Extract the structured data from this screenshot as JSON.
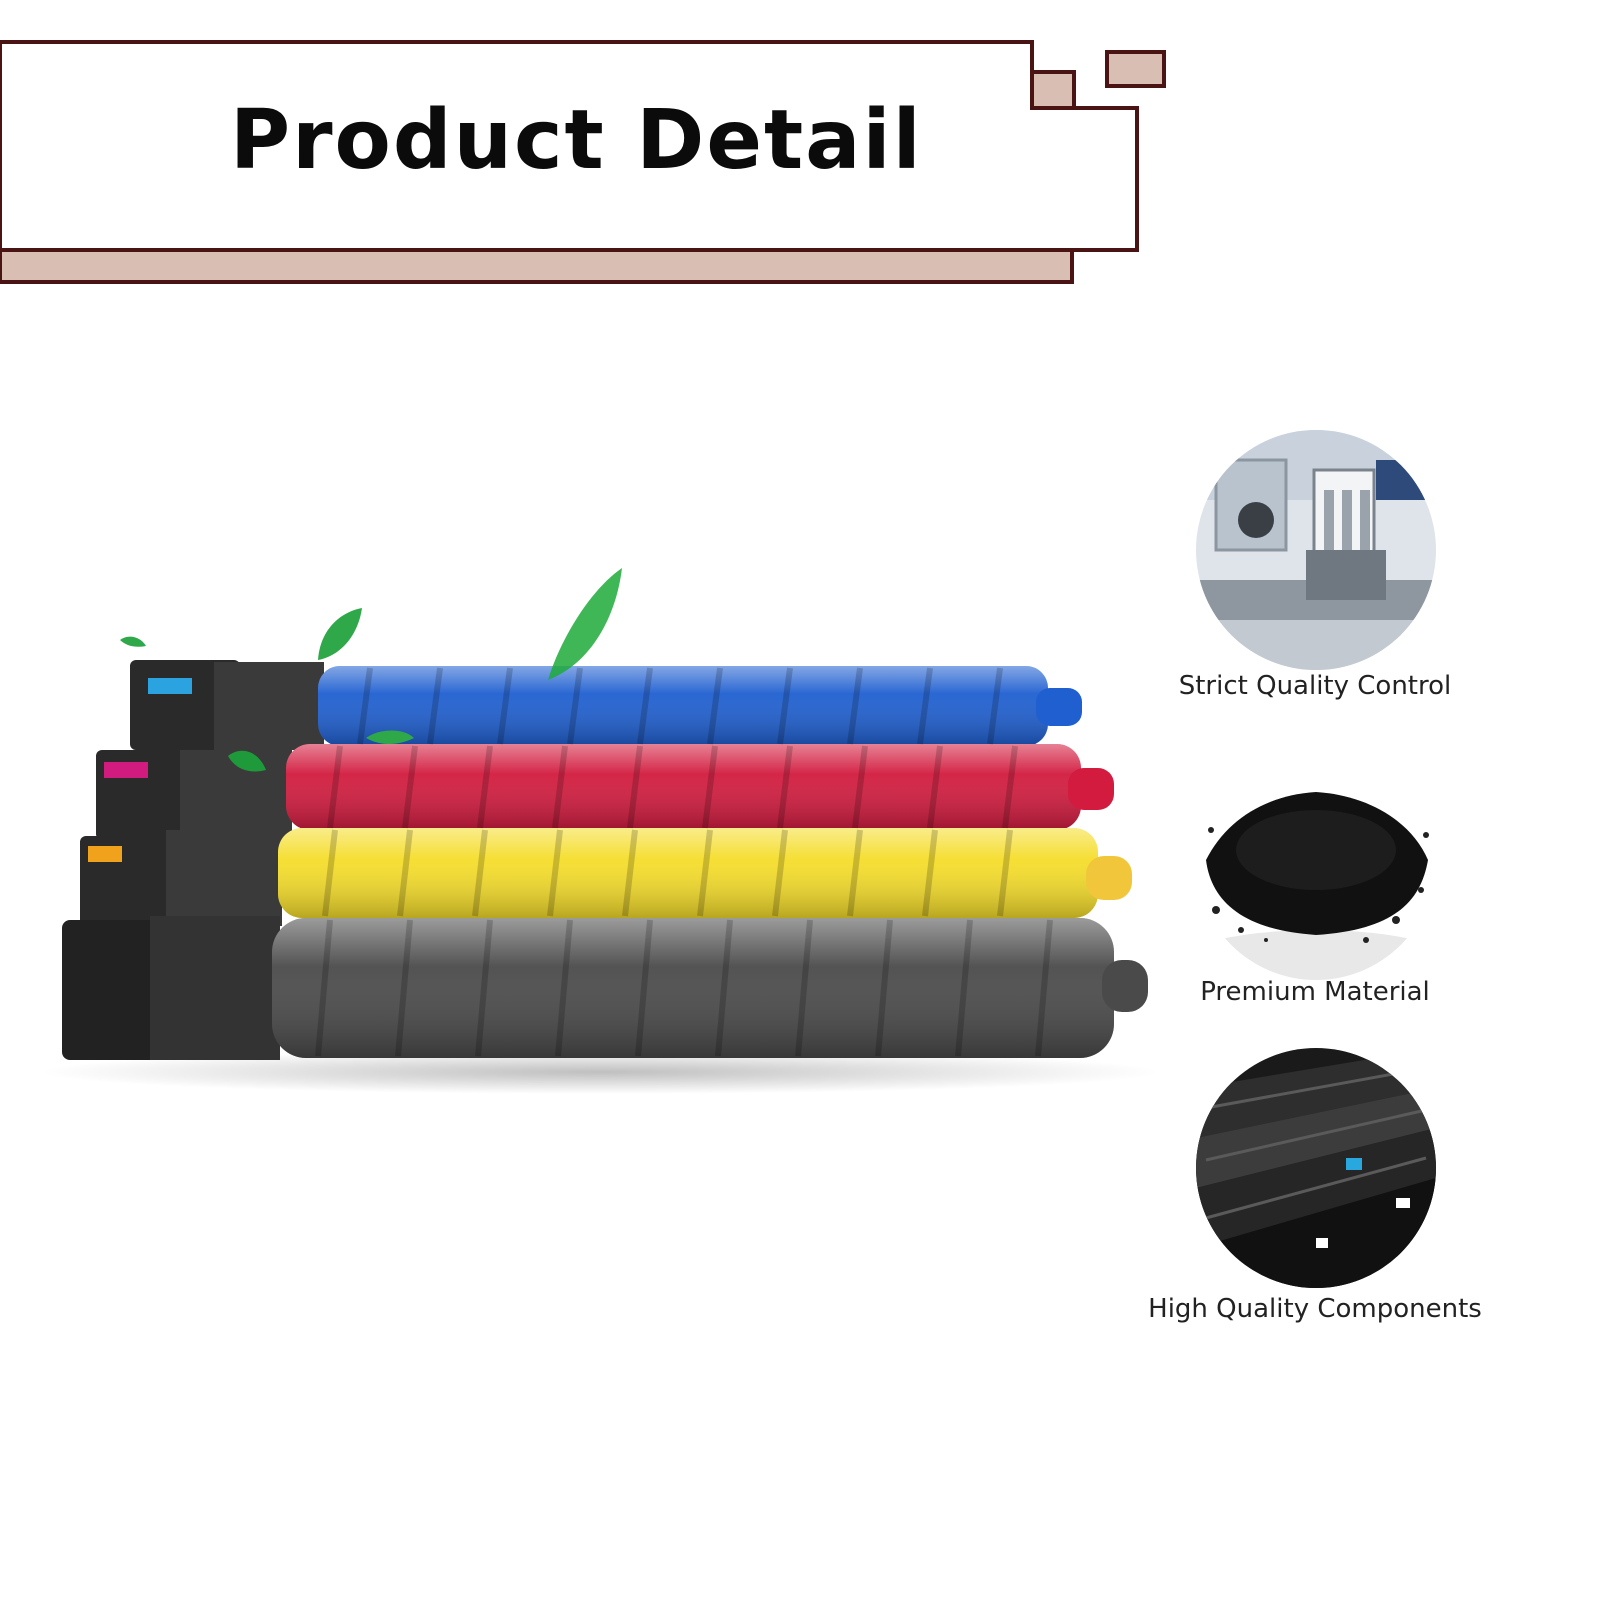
{
  "header": {
    "title": "Product Detail",
    "colors": {
      "border": "#4a1414",
      "accent": "#d8beb3",
      "panel": "#ffffff"
    }
  },
  "toners": [
    {
      "color_name": "cyan",
      "hex": "#1f5fd0"
    },
    {
      "color_name": "magenta",
      "hex": "#d21b3e"
    },
    {
      "color_name": "yellow",
      "hex": "#f5dd2a"
    },
    {
      "color_name": "black",
      "hex": "#4a4a4a"
    }
  ],
  "features": [
    {
      "caption": "Strict Quality Control",
      "icon": "factory-machine-icon"
    },
    {
      "caption": "Premium Material",
      "icon": "toner-powder-icon"
    },
    {
      "caption": "High Quality Components",
      "icon": "cartridge-components-icon"
    }
  ]
}
